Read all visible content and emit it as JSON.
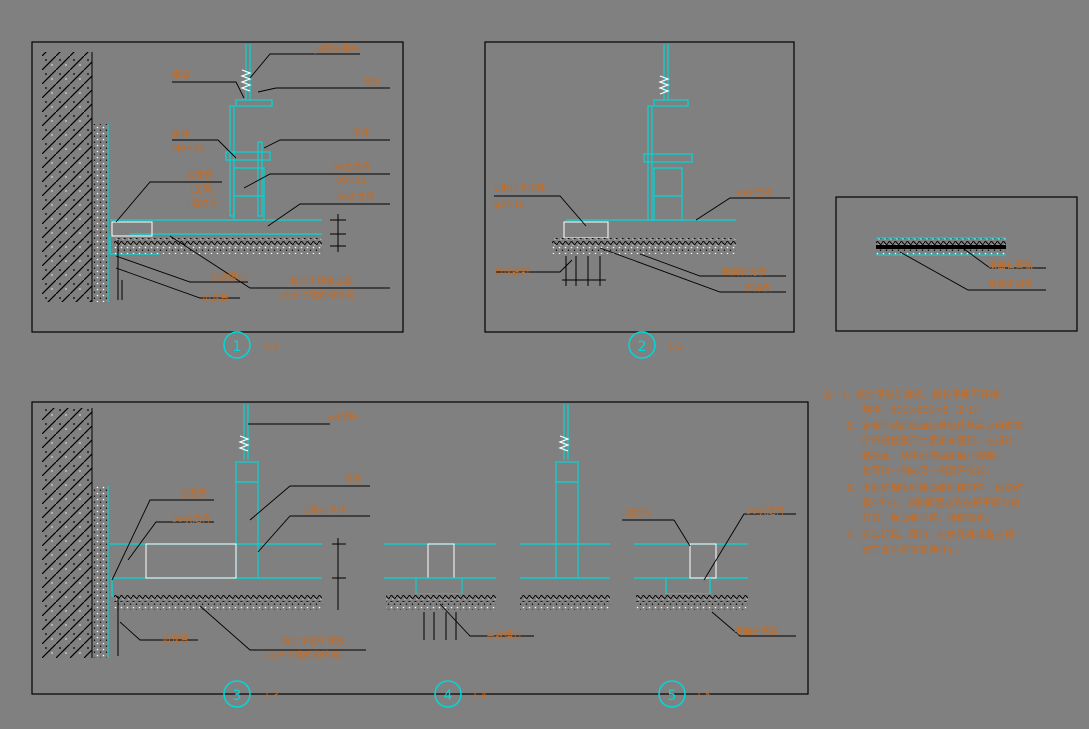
{
  "colors": {
    "background": "#808080",
    "frame": "#000000",
    "cyan": "#00d8d8",
    "white": "#ffffff",
    "label": "#c86a1e"
  },
  "views": {
    "v1": {
      "number": "1",
      "scale": "1-1",
      "labels": {
        "rod": "φ8膨胀螺杆",
        "nut": "螺母",
        "washer": "垫片",
        "bolt": "螺栓",
        "bolt_spec": "M8×40",
        "hanger": "吊件",
        "main_keel": "50主龙骨",
        "main_keel_spec": "38×12",
        "sub_keel": "50次龙骨",
        "wall_angle": "边龙骨",
        "wall_angle_sub1": "(金属)",
        "wall_angle_sub2": "L边龙骨",
        "screw": "自攻螺钉",
        "board": "复合矿棉吸音板",
        "board_note": "(用于平贴式的情况)",
        "edge": "边龙骨"
      }
    },
    "v2": {
      "number": "2",
      "scale": "1-2",
      "labels": {
        "clip": "U形插卡挂件",
        "clip_spec": "φ3×10",
        "sub_keel": "50次龙骨",
        "screw": "自攻螺钉",
        "gypsum": "纸面石膏板",
        "board": "矿棉板"
      }
    },
    "v3": {
      "labels": {
        "gypsum": "纸面石膏板",
        "board": "复合矿棉板"
      }
    },
    "v4": {
      "number": "3",
      "scale": "1-3",
      "labels": {
        "rod": "φ8吊杆",
        "wall_angle": "边龙骨",
        "sub_keel": "50次龙骨",
        "hanger": "吊件",
        "clip": "U形插卡挂",
        "edge": "边龙骨",
        "board": "复合平贴矿棉板",
        "board_note": "(用于平贴式的情况)"
      }
    },
    "v5": {
      "number": "4",
      "scale": "1-4",
      "labels": {
        "screw": "自攻螺钉"
      }
    },
    "v6": {
      "number": "5",
      "scale": "1-5",
      "labels": {
        "angle": "L边龙骨",
        "keel": "50次龙骨",
        "gypsum": "纸面石膏板"
      }
    }
  },
  "notes": [
    "注：1、复合平贴矿棉板，板长平面不开槽。",
    "规格：600×600×8（2-1）",
    "2、复合平贴面板面石膏板在基层上用自攻",
    "矿棉板按板尺寸要求布置钉。在设计",
    "粘板面，从中心向四周展开安装。",
    "也可以一侧向另一侧展开安装。",
    "3、平贴矿棉板粘接面要粘结均匀，每块矿",
    "板4个点，涂胶面要达到在板平面粘贴",
    "打钉，板面要平整，接缝顺直。",
    "4、安装灯具、风口、检修孔等设备应预",
    "留在龙骨位置安装开孔。"
  ]
}
